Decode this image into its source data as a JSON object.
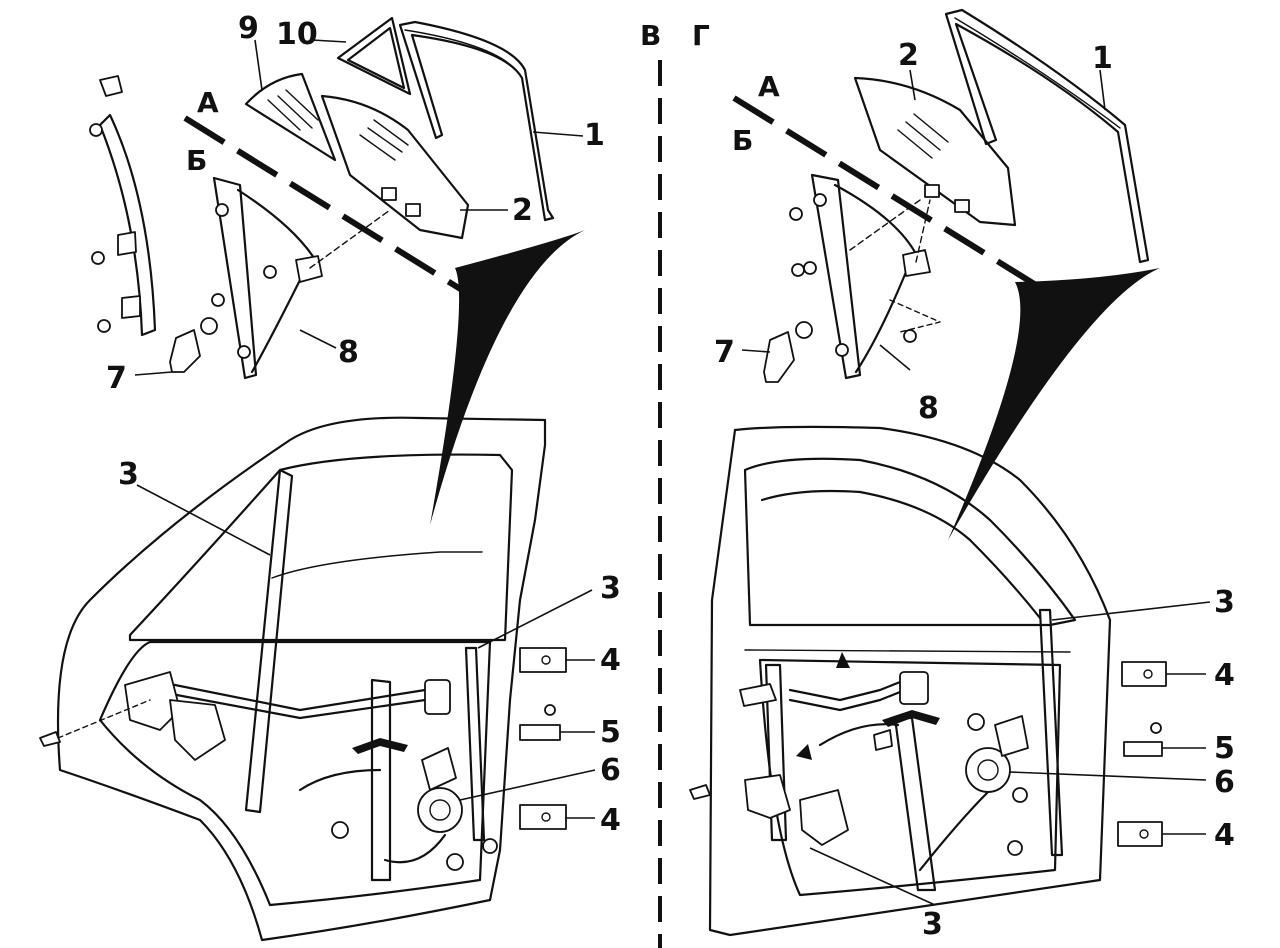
{
  "panels": {
    "left": {
      "view_label": "В",
      "section_a": "А",
      "section_b": "Б",
      "callouts": [
        "9",
        "10",
        "1",
        "2",
        "8",
        "7",
        "3",
        "3",
        "4",
        "5",
        "6",
        "4"
      ]
    },
    "right": {
      "view_label": "Г",
      "section_a": "А",
      "section_b": "Б",
      "callouts": [
        "2",
        "1",
        "7",
        "8",
        "3",
        "4",
        "5",
        "6",
        "4",
        "3"
      ]
    }
  }
}
